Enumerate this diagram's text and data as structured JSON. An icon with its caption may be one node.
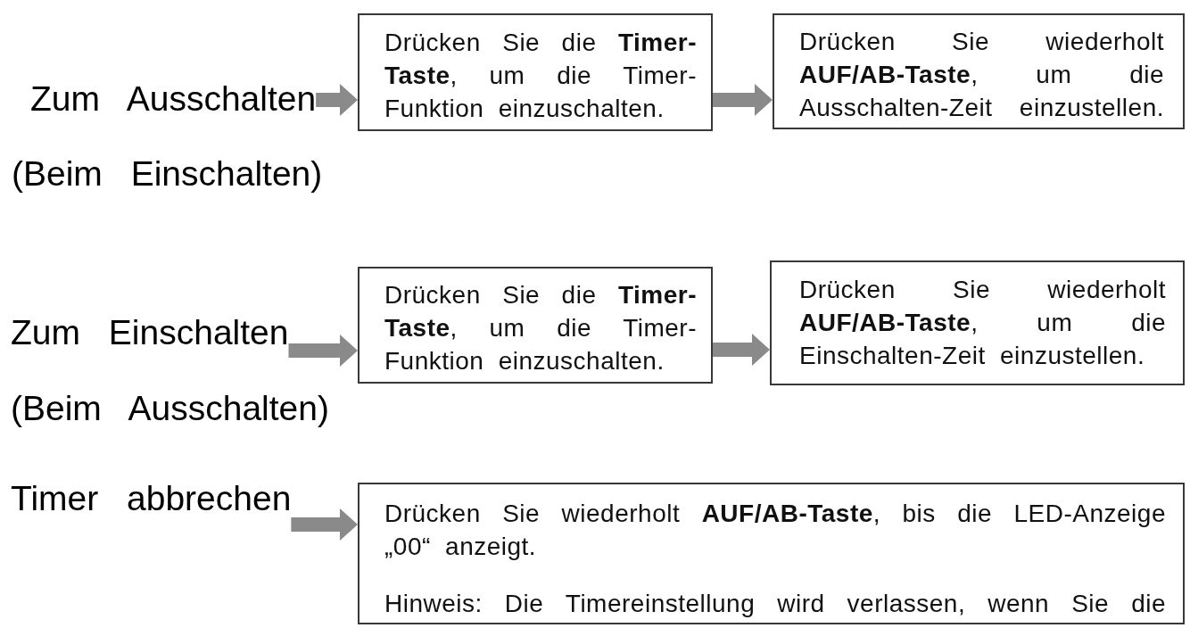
{
  "diagram": {
    "nodes": [
      {
        "text": [
          "Zum Ausschalten"
        ],
        "beside": [
          "(Beim Einschalten)"
        ]
      },
      {
        "text": [
          "Drücken Sie die **Timer- Taste**, um die Timer- Funktion einzuschalten."
        ]
      },
      {
        "text": [
          "Drücken Sie wiederholt **AUF/AB-Taste**, um die Ausschalten-Zeit einzustellen."
        ]
      },
      {
        "text": [
          "Zum Einschalten"
        ],
        "beside": [
          "(Beim Ausschalten)"
        ]
      },
      {
        "text": [
          "Drücken Sie die **Timer- Taste**, um die Timer- Funktion einzuschalten."
        ]
      },
      {
        "text": [
          "Drücken Sie wiederholt **AUF/AB-Taste**, um die Einschalten-Zeit einzustellen."
        ]
      },
      {
        "text": [
          "Timer abbrechen"
        ]
      },
      {
        "text": [
          "Drücken Sie wiederholt **AUF/AB-Taste**, bis die LED-Anzeige „00“ anzeigt.",
          "Hinweis: Die Timereinstellung wird verlassen, wenn Sie die"
        ]
      }
    ],
    "edges": [
      {
        "from": 0,
        "to": 1,
        "arrow": "to"
      },
      {
        "from": 1,
        "to": 2,
        "arrow": "to"
      },
      {
        "from": 3,
        "to": 4,
        "arrow": "to"
      },
      {
        "from": 4,
        "to": 5,
        "arrow": "to"
      },
      {
        "from": 6,
        "to": 7,
        "arrow": "to"
      }
    ]
  }
}
